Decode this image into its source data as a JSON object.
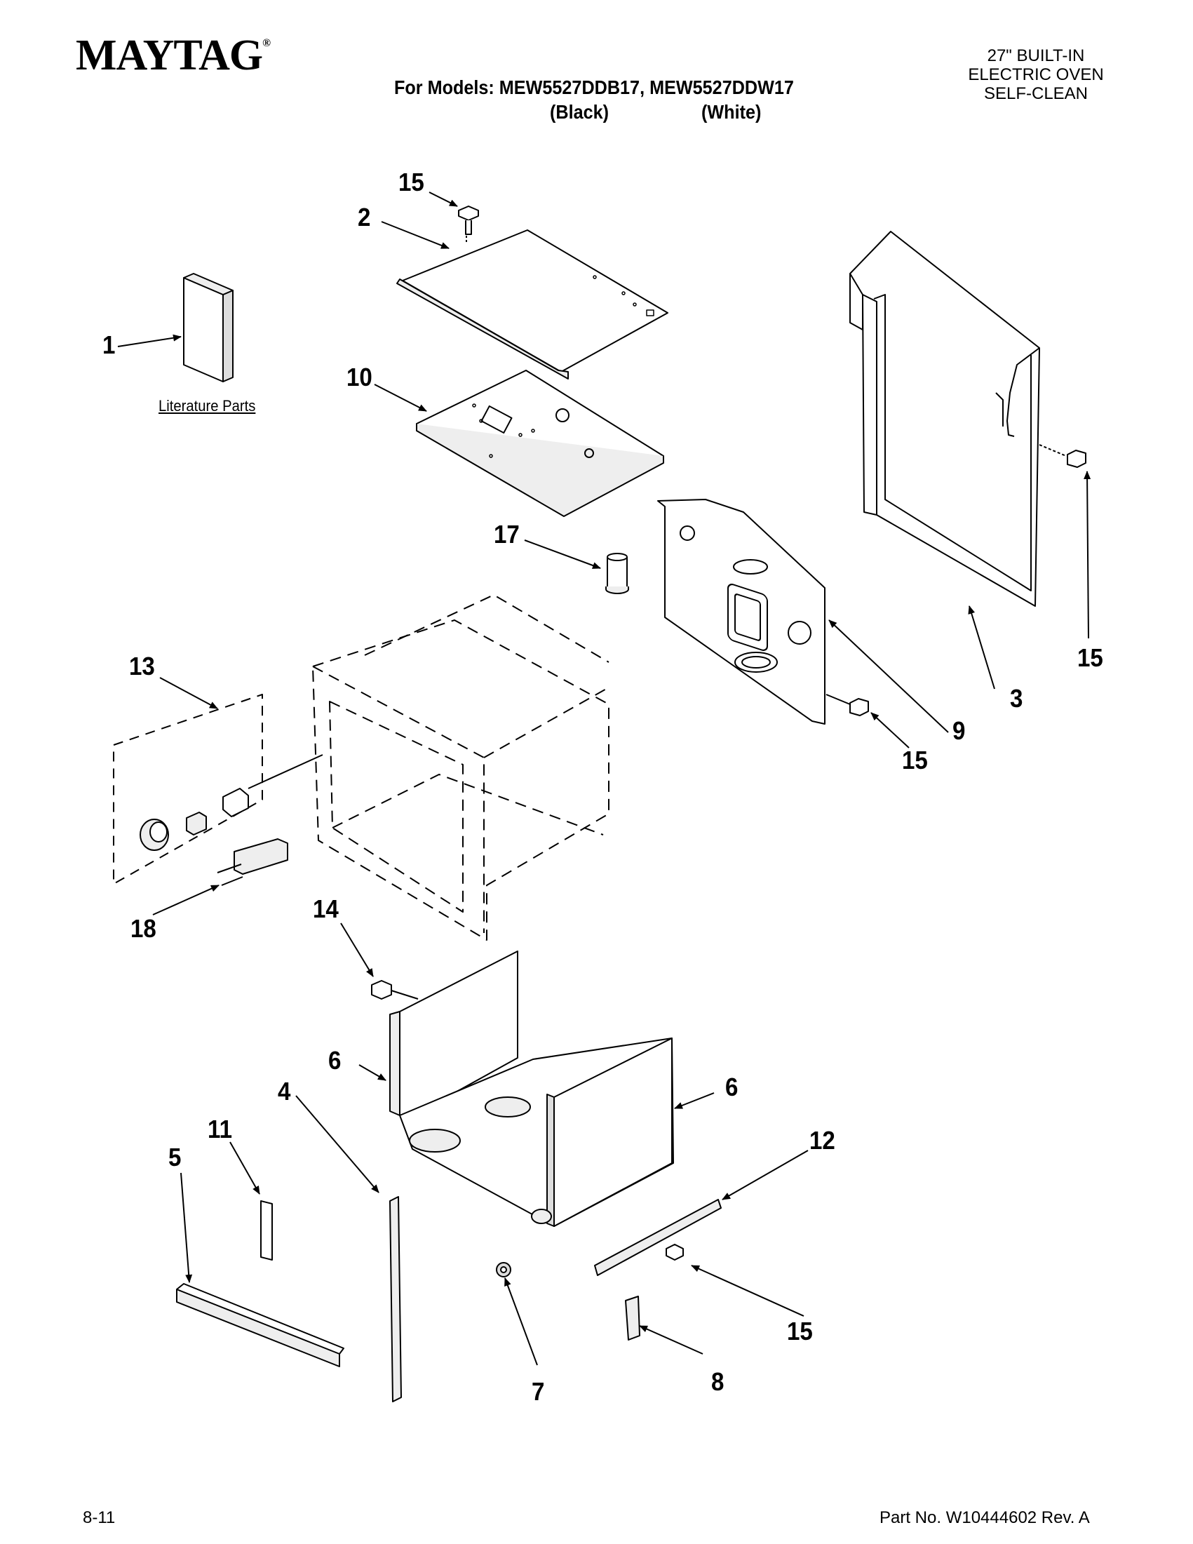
{
  "header": {
    "brand": "MAYTAG",
    "brand_mark": "®",
    "models_line": "For Models: MEW5527DDB17, MEW5527DDW17",
    "color_black": "(Black)",
    "color_white": "(White)",
    "product_line1": "27\" BUILT-IN",
    "product_line2": "ELECTRIC OVEN",
    "product_line3": "SELF-CLEAN"
  },
  "diagram": {
    "literature_caption": "Literature Parts",
    "callouts": {
      "c1": "1",
      "c2": "2",
      "c3": "3",
      "c4": "4",
      "c5": "5",
      "c6a": "6",
      "c6b": "6",
      "c7": "7",
      "c8": "8",
      "c9": "9",
      "c10": "10",
      "c11": "11",
      "c12": "12",
      "c13": "13",
      "c14": "14",
      "c15a": "15",
      "c15b": "15",
      "c15c": "15",
      "c15d": "15",
      "c17": "17",
      "c18": "18"
    }
  },
  "footer": {
    "date_code": "8-11",
    "part_number": "Part No. W10444602 Rev. A"
  }
}
